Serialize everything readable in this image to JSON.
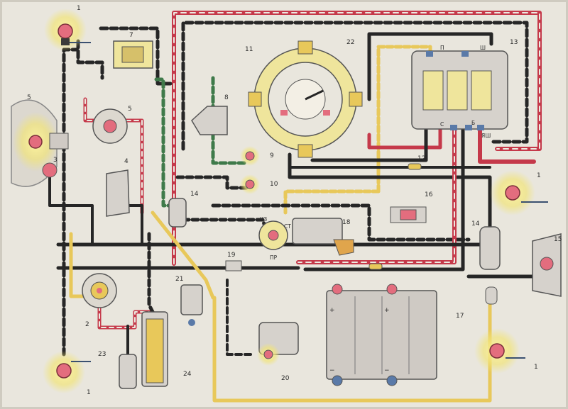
{
  "colors": {
    "paper": "#e9e6dd",
    "wire_red": "#c5394a",
    "wire_black": "#262626",
    "wire_yellow": "#e8c85a",
    "wire_green": "#3f7a4a",
    "lamp_glow": "#f1e47a",
    "lamp_red": "#e36d7e",
    "body_grey": "#d6d2cc",
    "battery": "#cfcac4"
  },
  "diagram": {
    "type": "motorcycle electrical wiring schematic",
    "labels": {
      "c1_top": "1",
      "c1_right": "1",
      "c1_bottom_left": "1",
      "c1_bottom_right": "1",
      "c2": "2",
      "c3": "3",
      "c4": "4",
      "c5_lamp": "5",
      "c5_switch": "5",
      "c7": "7",
      "c8": "8",
      "c9": "9",
      "c10": "10",
      "c11": "11",
      "c12": "12",
      "c13": "13",
      "c14_left": "14",
      "c14_right": "14",
      "c15": "15",
      "c16": "16",
      "c17": "17",
      "c18": "18",
      "c19": "19",
      "c20": "20",
      "c21": "21",
      "c22": "22",
      "c23": "23",
      "c24": "24"
    },
    "terminals": {
      "p": "П",
      "sh": "Ш",
      "s": "С",
      "b": "Б",
      "yash": "ЯШ",
      "kz": "КЗ",
      "st": "СТ",
      "pr": "ПР"
    },
    "battery_plus": "+",
    "battery_minus": "−"
  }
}
